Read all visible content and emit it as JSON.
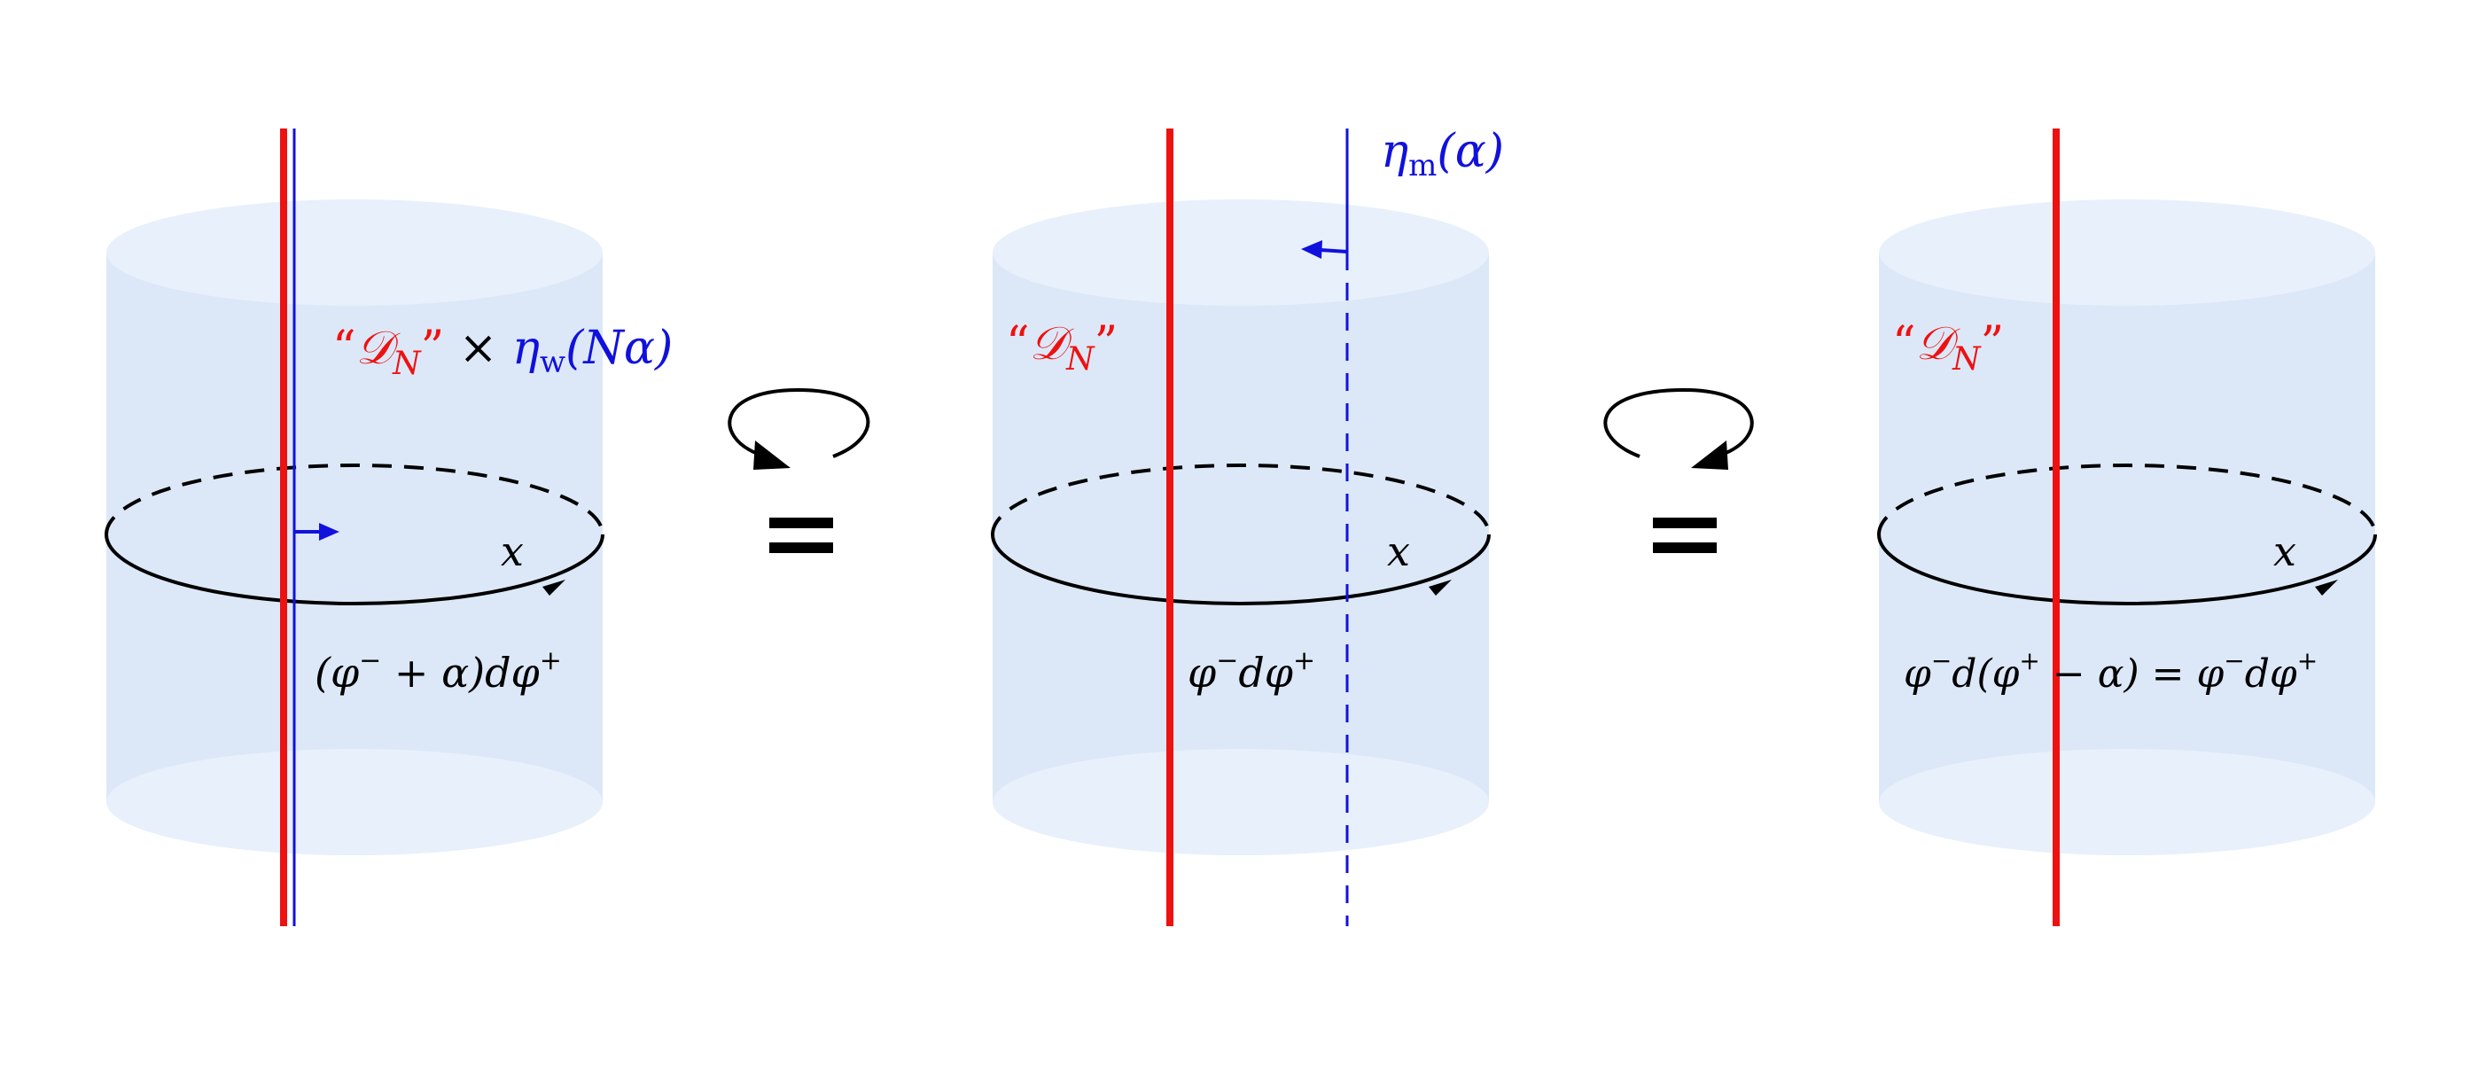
{
  "colors": {
    "cylinder_body": "#dce8f7",
    "cylinder_cap": "#e8f0fb",
    "defect_red": "#ee1111",
    "line_blue": "#1111dd",
    "ink": "#000000"
  },
  "panels": [
    {
      "id": "left",
      "defect_label": {
        "quote_open": "“",
        "D": "𝒟",
        "N": "N",
        "quote_close": "”",
        "times": " × ",
        "eta": "η",
        "eta_sub": "w",
        "eta_arg": "(Nα)"
      },
      "loop_label": "x",
      "action": {
        "main": "(φ",
        "sup1": "−",
        "mid": " + α)dφ",
        "sup2": "+"
      }
    },
    {
      "id": "middle",
      "defect_label": {
        "quote_open": "“",
        "D": "𝒟",
        "N": "N",
        "quote_close": "”"
      },
      "blue_label": {
        "eta": "η",
        "sub": "m",
        "arg": "(α)"
      },
      "loop_label": "x",
      "action": {
        "main": "φ",
        "sup1": "−",
        "mid": "dφ",
        "sup2": "+"
      }
    },
    {
      "id": "right",
      "defect_label": {
        "quote_open": "“",
        "D": "𝒟",
        "N": "N",
        "quote_close": "”"
      },
      "loop_label": "x",
      "action": {
        "main": "φ",
        "sup1": "−",
        "mid": "d(φ",
        "sup2": "+",
        "tail": " − α) = φ",
        "sup3": "−",
        "tail2": "dφ",
        "sup4": "+"
      }
    }
  ],
  "equals": [
    "=",
    "="
  ]
}
